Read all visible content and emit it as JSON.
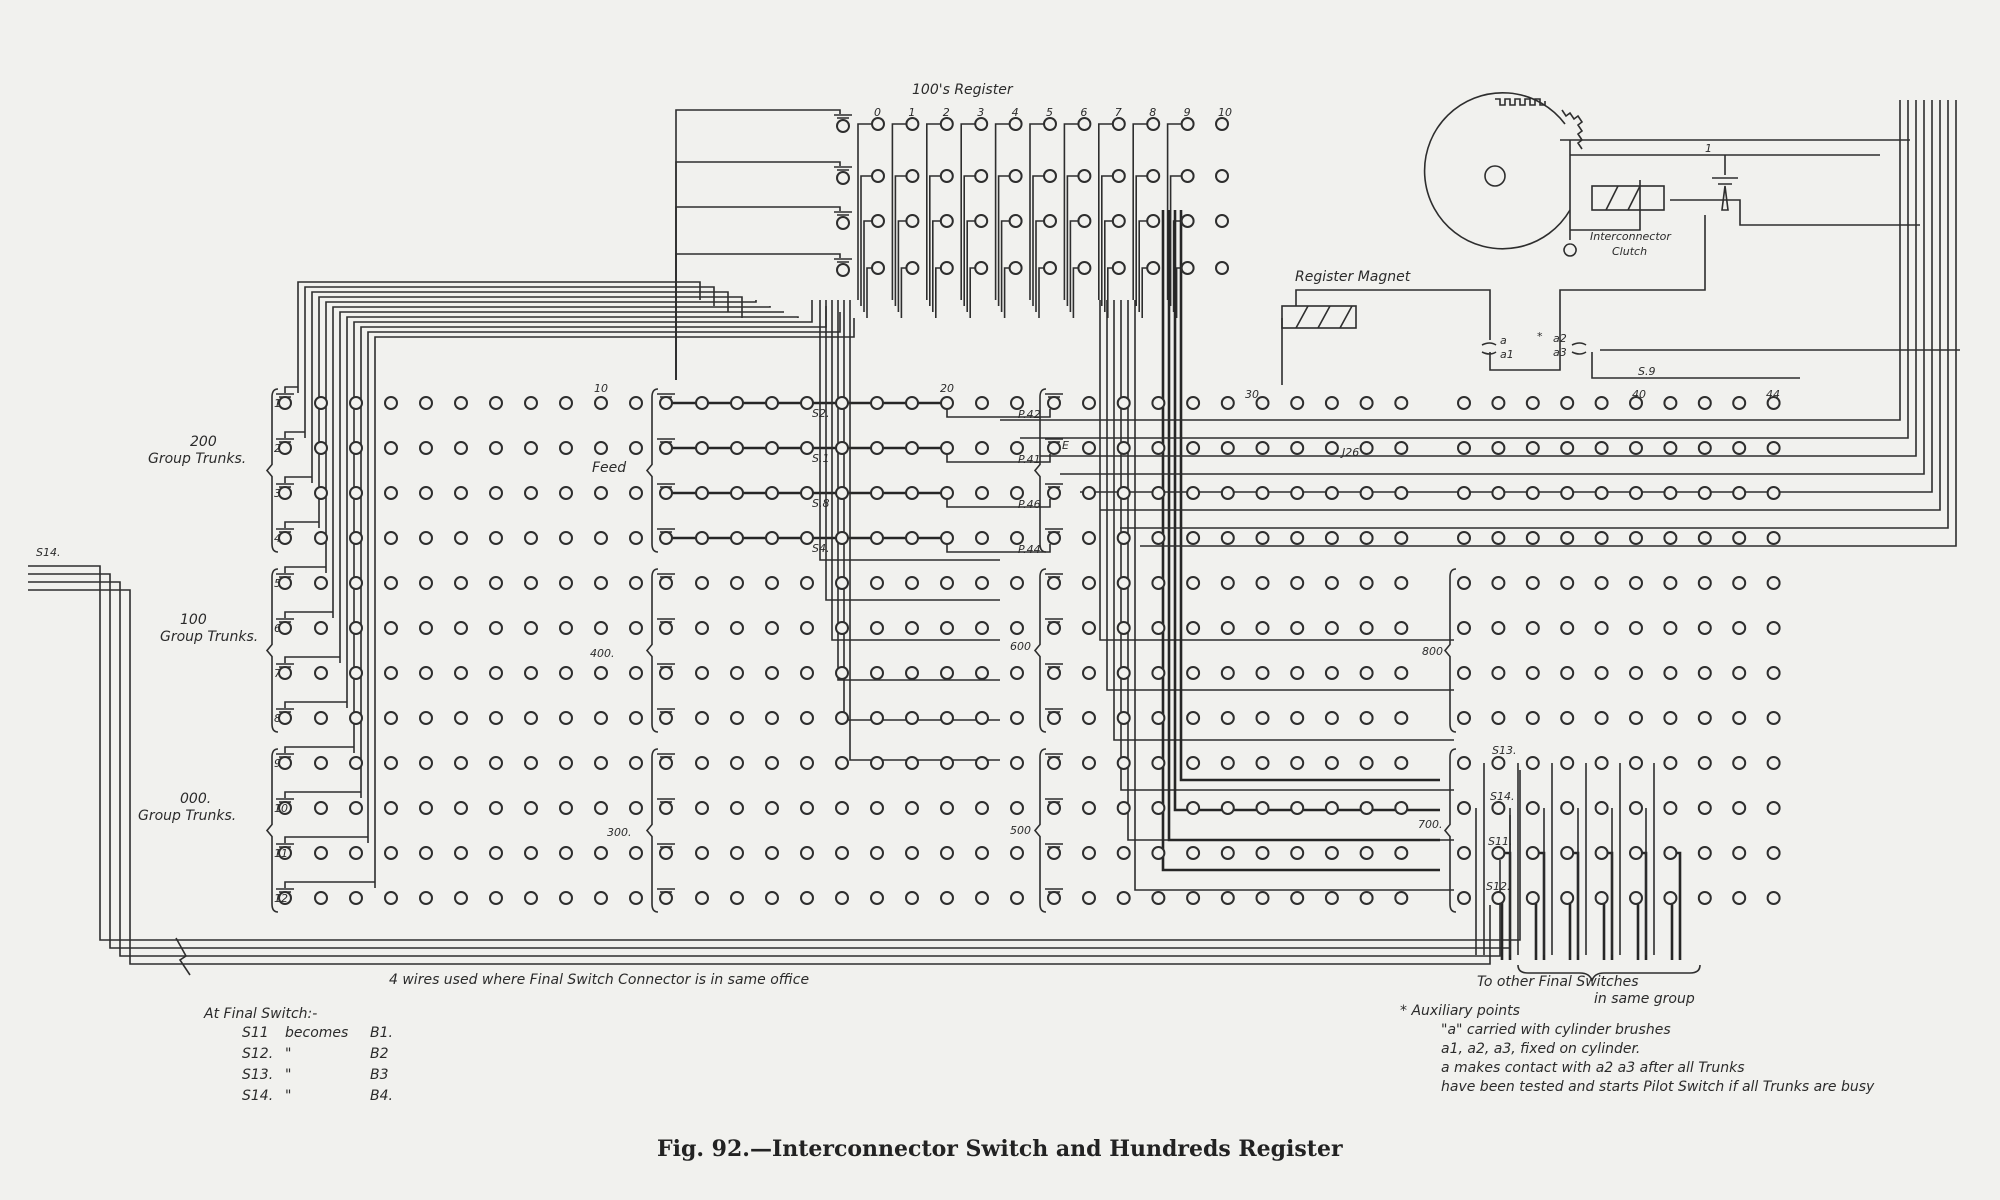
{
  "figure": {
    "caption": "Fig. 92.—Interconnector Switch and Hundreds Register",
    "ink_color": "#2e2e2e",
    "paper_color": "#f1f1ee"
  },
  "register": {
    "title": "100's Register",
    "columns": [
      "0",
      "1",
      "2",
      "3",
      "4",
      "5",
      "6",
      "7",
      "8",
      "9",
      "10"
    ]
  },
  "groups": [
    {
      "number": "200",
      "label": "Group Trunks."
    },
    {
      "number": "100",
      "label": "Group Trunks."
    },
    {
      "number": "000.",
      "label": "Group Trunks."
    }
  ],
  "trunk_numbers": [
    "1",
    "2",
    "3",
    "4",
    "5",
    "6",
    "7",
    "8",
    "9",
    "10",
    "11",
    "12"
  ],
  "grid_labels": {
    "ten": "10",
    "feed": "Feed",
    "four_hundred": "400.",
    "three_hundred": "300.",
    "six_hundred": "600",
    "five_hundred": "500",
    "eight_hundred": "800",
    "seven_hundred": "700.",
    "twenty": "20",
    "thirty": "30",
    "forty": "40",
    "forty_four": "44",
    "j26": "J26",
    "e": "E"
  },
  "s_rows": [
    {
      "s": "S2.",
      "p": "P.42"
    },
    {
      "s": "S.1",
      "p": "P.41"
    },
    {
      "s": "S.8",
      "p": "P.46"
    },
    {
      "s": "S4.",
      "p": "P.44"
    }
  ],
  "components": {
    "register_magnet": "Register Magnet",
    "interconnector": "Interconnector",
    "clutch": "Clutch",
    "s9": "S.9",
    "a": "a",
    "a1": "a1",
    "a2": "a2",
    "a3": "a3",
    "star": "*",
    "one": "1"
  },
  "left_bundle_label": "S14.",
  "final_switch_labels": [
    "S13.",
    "S14.",
    "S11.",
    "S12."
  ],
  "notes": {
    "four_wires": "4 wires used where Final Switch Connector is in same office",
    "to_other_line1": "To other Final Switches",
    "to_other_line2": "in same group",
    "at_final_switch": "At Final Switch:-",
    "mapping": [
      {
        "from": "S11",
        "word": "becomes",
        "to": "B1."
      },
      {
        "from": "S12.",
        "word": "\"",
        "to": "B2"
      },
      {
        "from": "S13.",
        "word": "\"",
        "to": "B3"
      },
      {
        "from": "S14.",
        "word": "\"",
        "to": "B4."
      }
    ],
    "auxiliary_title": "* Auxiliary points",
    "auxiliary_lines": [
      "\"a\" carried with cylinder brushes",
      "a1, a2, a3, fixed on cylinder.",
      "a makes contact with a2 a3 after all Trunks",
      "have been tested and starts Pilot Switch if all Trunks are busy"
    ]
  }
}
